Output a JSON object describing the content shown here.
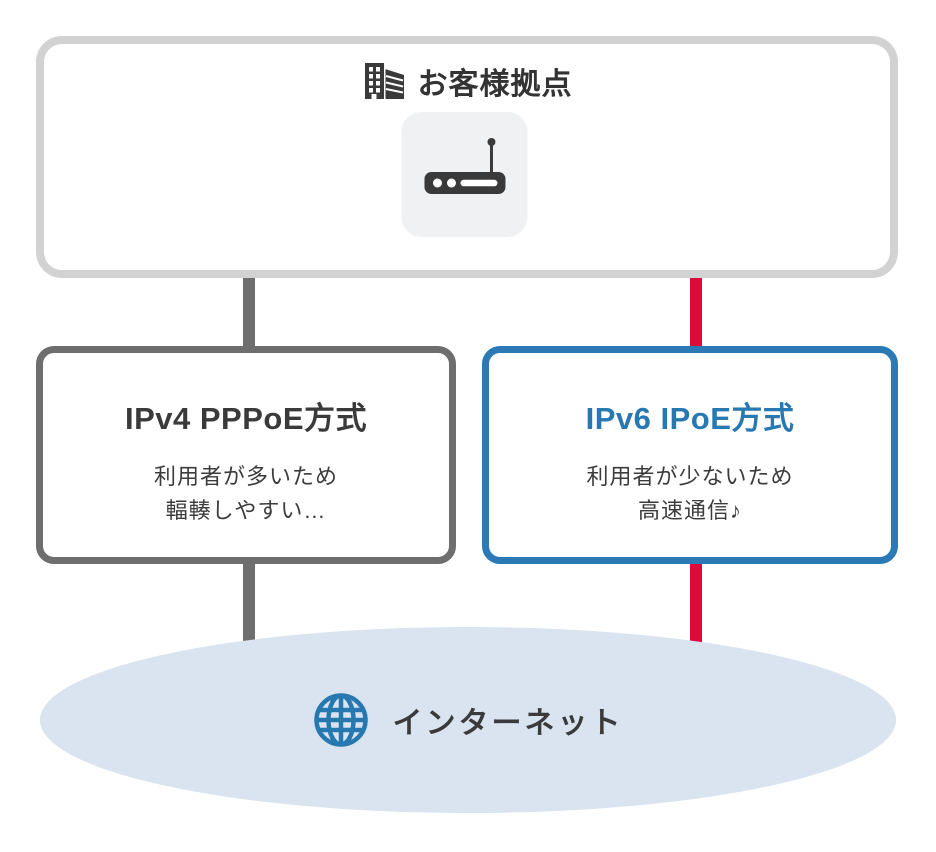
{
  "customer_site": {
    "label": "お客様拠点"
  },
  "ipv4_box": {
    "title": "IPv4 PPPoE方式",
    "line1": "利用者が多いため",
    "line2": "輻輳しやすい…"
  },
  "ipv6_box": {
    "title": "IPv6 IPoE方式",
    "line1": "利用者が少ないため",
    "line2": "高速通信♪"
  },
  "internet": {
    "label": "インターネット"
  },
  "icons": {
    "building": "building-icon",
    "router": "router-icon",
    "globe": "globe-icon"
  },
  "colors": {
    "top_box_border": "#d2d2d2",
    "pppoe_line": "#6e6e6e",
    "ipoe_line": "#dc0a3c",
    "ipv6_border": "#2b79b5",
    "ipv6_title_text": "#2878b2",
    "dark_text": "#3a3a3a",
    "ellipse_bg": "#d9e4f0",
    "router_tile_bg": "#f0f1f2",
    "globe_icon": "#2878b0"
  }
}
